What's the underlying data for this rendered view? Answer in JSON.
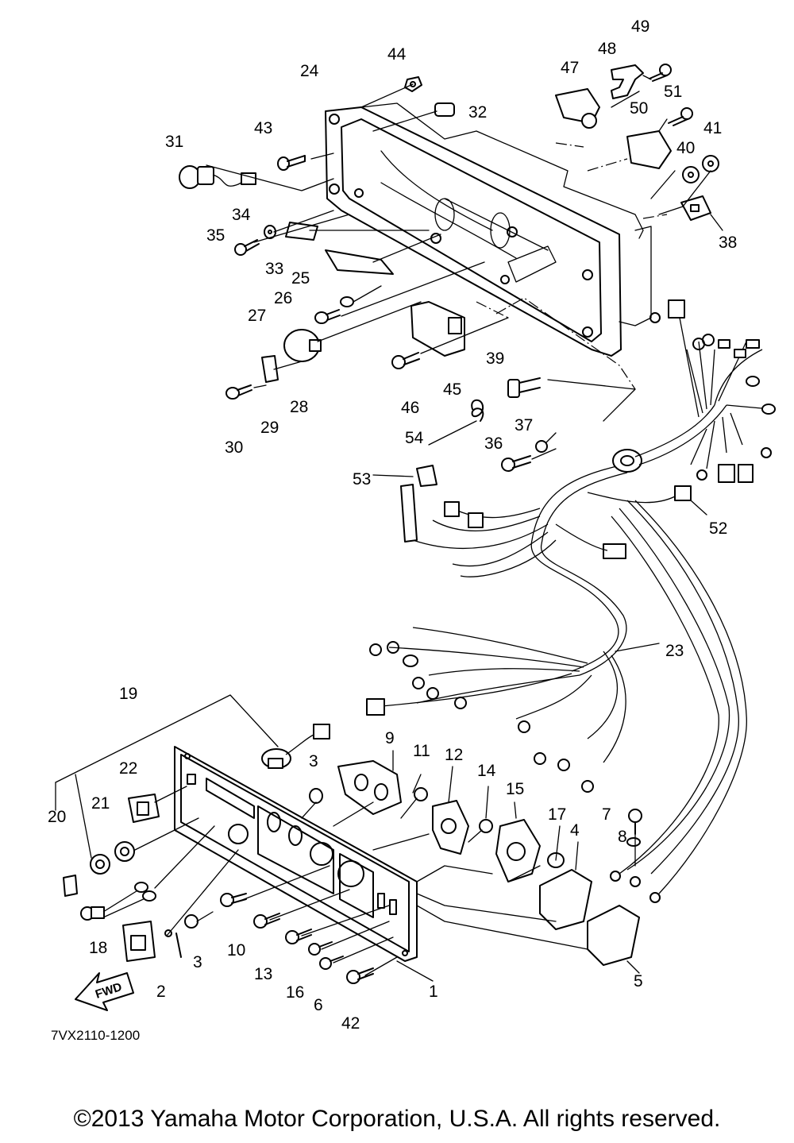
{
  "diagram": {
    "drawing_code": "7VX2110-1200",
    "fwd_label": "FWD",
    "copyright": "©2013 Yamaha Motor Corporation, U.S.A. All rights reserved.",
    "callouts": [
      "1",
      "2",
      "3",
      "3",
      "4",
      "5",
      "6",
      "7",
      "8",
      "9",
      "11",
      "12",
      "14",
      "15",
      "16",
      "17",
      "18",
      "19",
      "20",
      "21",
      "22",
      "23",
      "24",
      "25",
      "26",
      "27",
      "28",
      "29",
      "30",
      "31",
      "32",
      "33",
      "34",
      "35",
      "36",
      "37",
      "38",
      "39",
      "40",
      "41",
      "42",
      "43",
      "44",
      "45",
      "46",
      "47",
      "48",
      "49",
      "50",
      "51",
      "52",
      "53",
      "54",
      "10",
      "13"
    ]
  }
}
